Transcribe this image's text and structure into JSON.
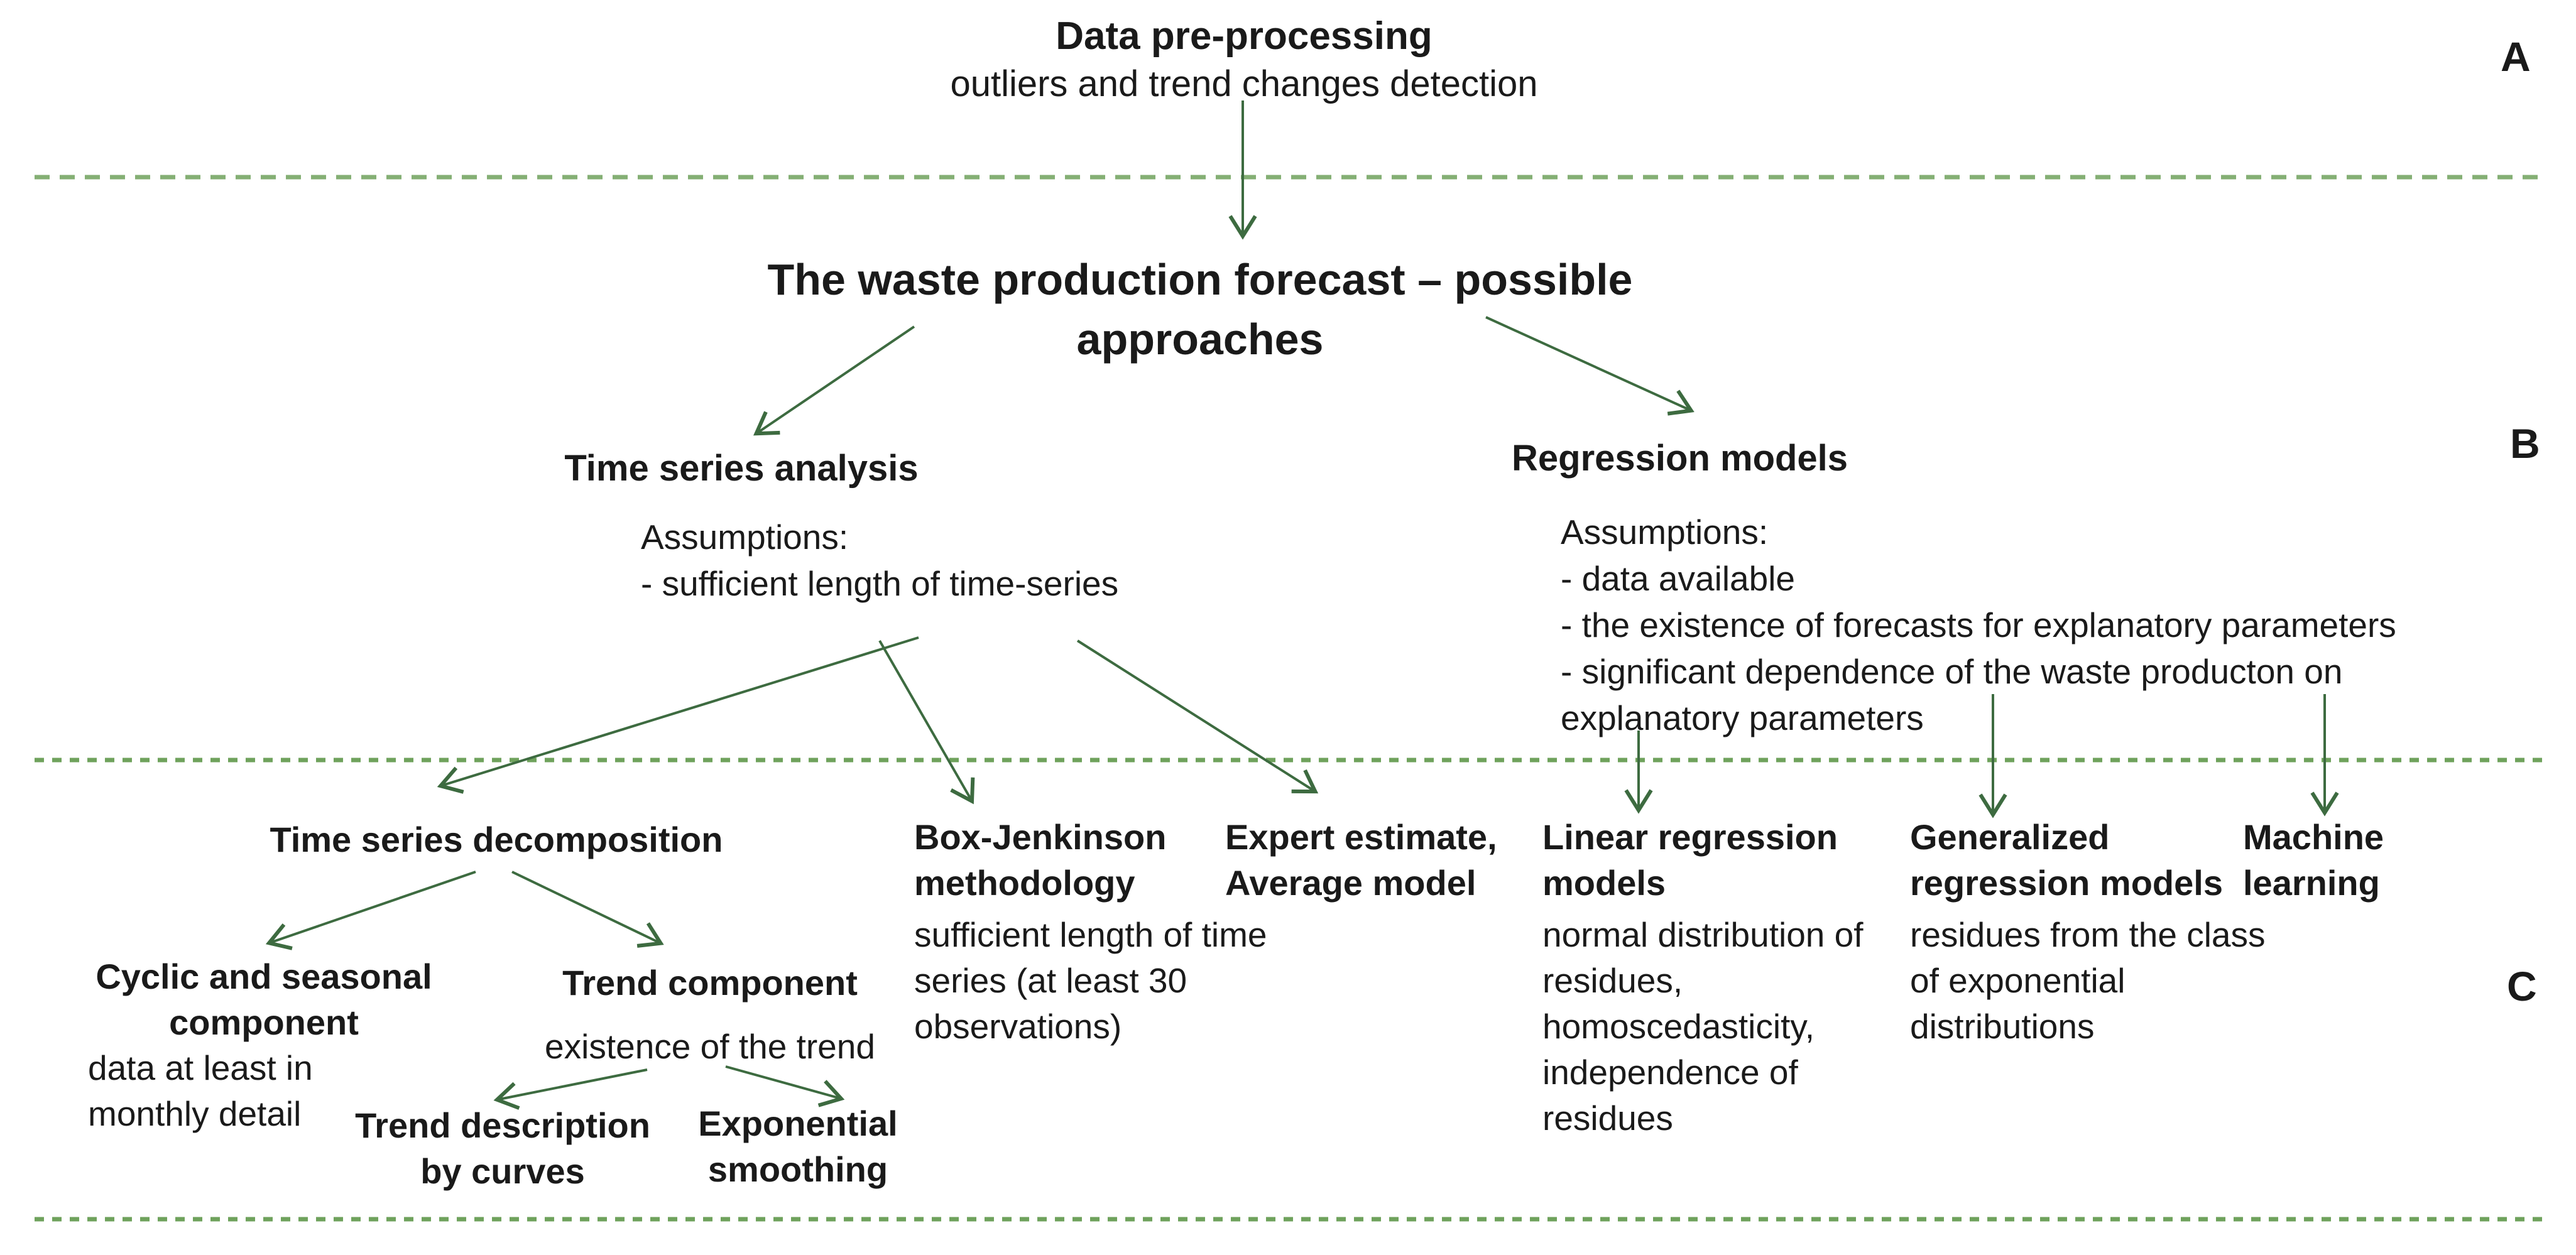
{
  "diagram": {
    "colors": {
      "arrow": "#3d6b40",
      "dashed_line": "#6fa25c",
      "text": "#1a1a1a"
    },
    "section_labels": {
      "a": "A",
      "b": "B",
      "c": "C"
    },
    "preprocessing": {
      "title": "Data pre-processing",
      "subtitle": "outliers and trend changes detection"
    },
    "main_title": "The waste production forecast – possible approaches",
    "time_series_analysis": {
      "title": "Time series analysis",
      "assumptions_label": "Assumptions:",
      "assumptions": [
        "- sufficient length of time-series"
      ]
    },
    "regression_models": {
      "title": "Regression models",
      "assumptions_label": "Assumptions:",
      "assumptions": [
        "- data available",
        "- the existence of forecasts for explanatory parameters",
        "- significant dependence of the waste producton on explanatory parameters"
      ]
    },
    "leaves": {
      "decomposition": {
        "title": "Time series decomposition"
      },
      "cyclic": {
        "title": "Cyclic and seasonal component",
        "body": "data at least in monthly detail"
      },
      "trend": {
        "title": "Trend component",
        "body": "existence of the trend"
      },
      "trend_curves": {
        "title": "Trend description by curves"
      },
      "exp_smoothing": {
        "title": "Exponential smoothing"
      },
      "box_jenkinson": {
        "title": "Box-Jenkinson methodology",
        "body": "sufficient length of time series (at least 30 observations)"
      },
      "expert": {
        "title": "Expert estimate, Average model"
      },
      "linear": {
        "title": "Linear regression models",
        "body": "normal distribution of residues, homoscedasticity, independence of residues"
      },
      "generalized": {
        "title": "Generalized regression models",
        "body": "residues from the class of exponential distributions"
      },
      "machine_learning": {
        "title": "Machine learning"
      }
    },
    "edges": [
      {
        "from": "preprocessing",
        "to": "main_title"
      },
      {
        "from": "main_title",
        "to": "time_series_analysis"
      },
      {
        "from": "main_title",
        "to": "regression_models"
      },
      {
        "from": "time_series_analysis",
        "to": "decomposition"
      },
      {
        "from": "time_series_analysis",
        "to": "box_jenkinson"
      },
      {
        "from": "time_series_analysis",
        "to": "expert"
      },
      {
        "from": "regression_models",
        "to": "linear"
      },
      {
        "from": "regression_models",
        "to": "generalized"
      },
      {
        "from": "regression_models",
        "to": "machine_learning"
      },
      {
        "from": "decomposition",
        "to": "cyclic"
      },
      {
        "from": "decomposition",
        "to": "trend"
      },
      {
        "from": "trend",
        "to": "trend_curves"
      },
      {
        "from": "trend",
        "to": "exp_smoothing"
      }
    ]
  }
}
